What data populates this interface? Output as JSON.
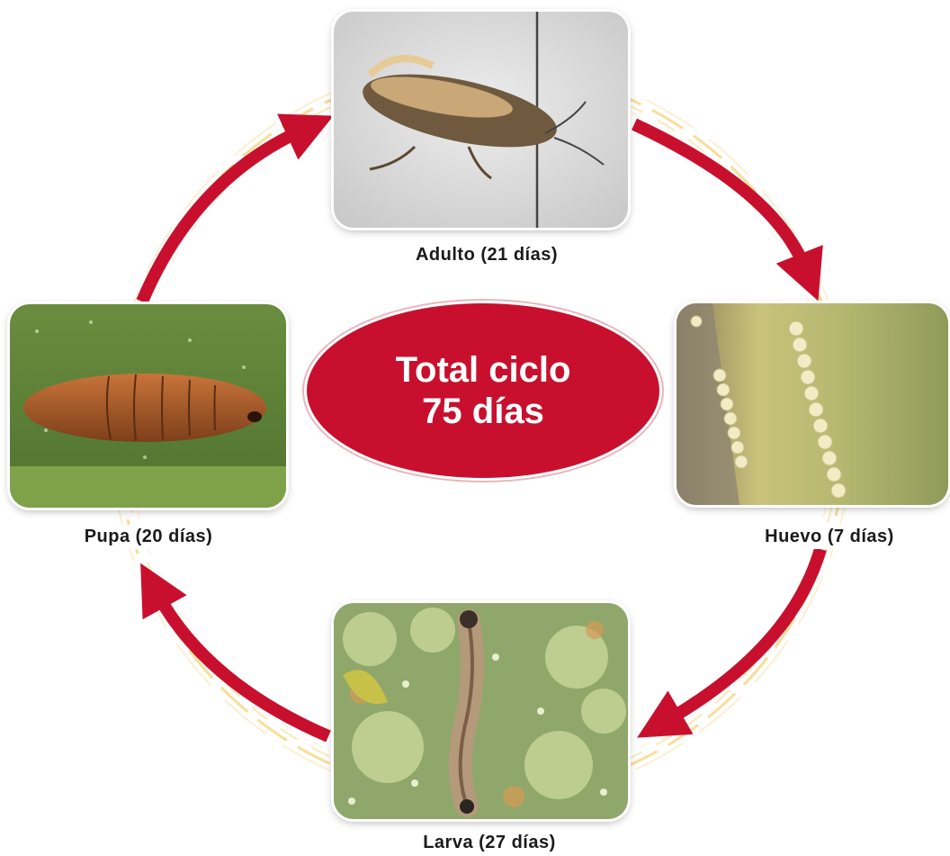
{
  "center": {
    "line1": "Total ciclo",
    "line2": "75 días"
  },
  "stages": {
    "adulto": "Adulto (21 días)",
    "huevo": "Huevo (7 días)",
    "larva": "Larva (27 días)",
    "pupa": "Pupa (20 días)"
  },
  "colors": {
    "arrow": "#c8102e",
    "oval": "#c8102e",
    "ring": "#f3c44a"
  }
}
